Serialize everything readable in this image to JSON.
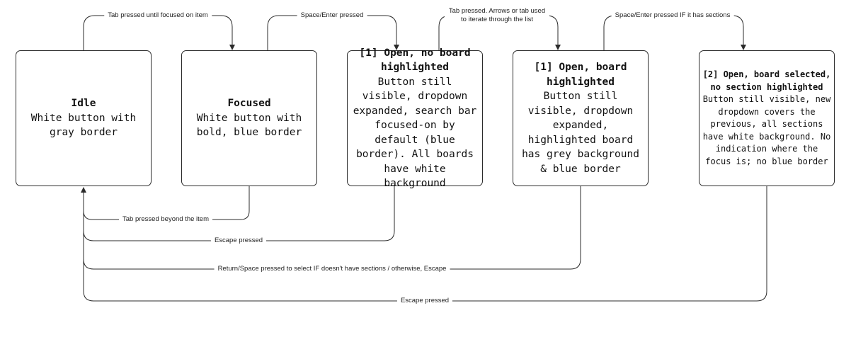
{
  "states": [
    {
      "id": "idle",
      "title": "Idle",
      "description": "White button with gray border"
    },
    {
      "id": "focused",
      "title": "Focused",
      "description": "White button with bold, blue border"
    },
    {
      "id": "open-no-board",
      "title": "[1] Open, no board highlighted",
      "description": "Button still visible, dropdown expanded, search bar focused-on by default (blue border). All boards have white background"
    },
    {
      "id": "open-board",
      "title": "[1] Open, board highlighted",
      "description": "Button still visible, dropdown expanded, highlighted board has grey background & blue border"
    },
    {
      "id": "board-selected",
      "title": "[2] Open, board selected, no section highlighted",
      "description": "Button still visible, new dropdown covers the previous, all sections have white background. No indication where the focus is; no blue border"
    }
  ],
  "transitions": [
    {
      "from": "idle",
      "to": "focused",
      "label": "Tab pressed until focused on item"
    },
    {
      "from": "focused",
      "to": "open-no-board",
      "label": "Space/Enter pressed"
    },
    {
      "from": "open-no-board",
      "to": "open-board",
      "label": "Tab pressed. Arrows or tab used\nto iterate through the list"
    },
    {
      "from": "open-board",
      "to": "board-selected",
      "label": "Space/Enter pressed IF it has sections"
    },
    {
      "from": "focused",
      "to": "idle",
      "label": "Tab pressed beyond the item"
    },
    {
      "from": "open-no-board",
      "to": "idle",
      "label": "Escape pressed"
    },
    {
      "from": "open-board",
      "to": "idle",
      "label": "Return/Space pressed to select IF doesn't have sections / otherwise, Escape"
    },
    {
      "from": "board-selected",
      "to": "idle",
      "label": "Escape pressed"
    }
  ],
  "colors": {
    "line": "#2b2b2b",
    "text": "#111111"
  }
}
